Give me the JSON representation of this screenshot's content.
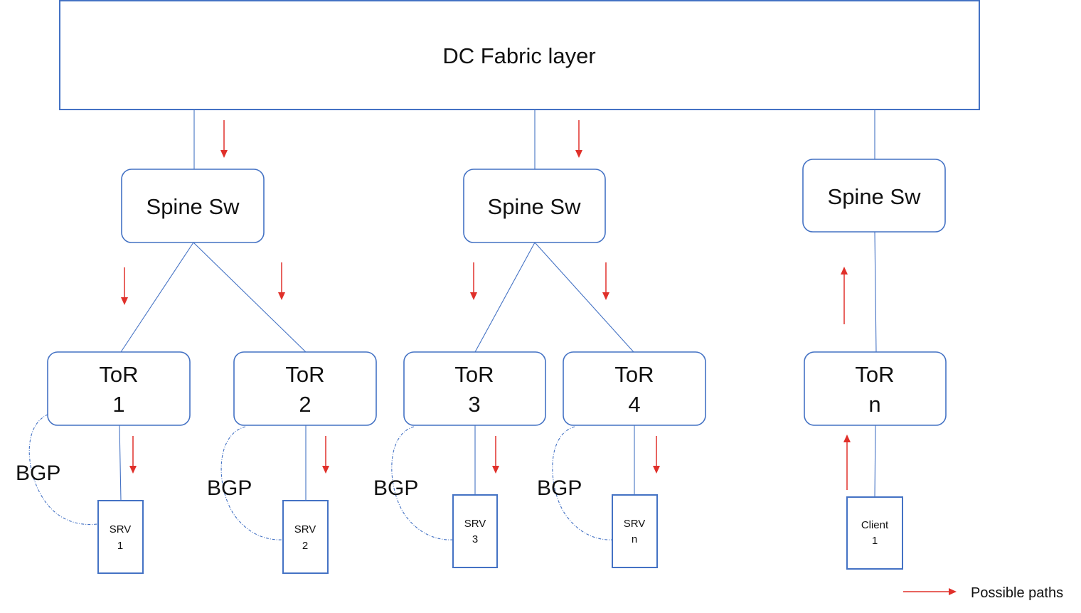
{
  "fabric": {
    "label": "DC Fabric layer"
  },
  "spines": [
    {
      "label": "Spine Sw"
    },
    {
      "label": "Spine Sw"
    },
    {
      "label": "Spine Sw"
    }
  ],
  "tors": [
    {
      "line1": "ToR",
      "line2": "1"
    },
    {
      "line1": "ToR",
      "line2": "2"
    },
    {
      "line1": "ToR",
      "line2": "3"
    },
    {
      "line1": "ToR",
      "line2": "4"
    },
    {
      "line1": "ToR",
      "line2": "n"
    }
  ],
  "hosts": [
    {
      "line1": "SRV",
      "line2": "1"
    },
    {
      "line1": "SRV",
      "line2": "2"
    },
    {
      "line1": "SRV",
      "line2": "3"
    },
    {
      "line1": "SRV",
      "line2": "n"
    },
    {
      "line1": "Client",
      "line2": "1"
    }
  ],
  "bgp_labels": [
    "BGP",
    "BGP",
    "BGP",
    "BGP"
  ],
  "legend": {
    "label": "Possible paths"
  },
  "colors": {
    "node_stroke": "#4472c4",
    "path_arrow": "#e0302a"
  }
}
